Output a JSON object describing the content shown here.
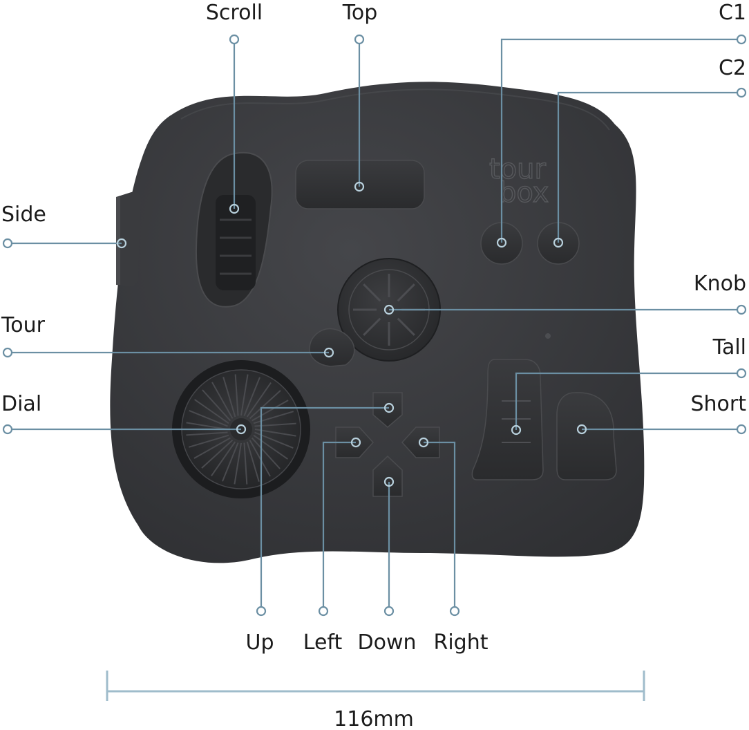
{
  "labels": {
    "scroll": "Scroll",
    "top": "Top",
    "c1": "C1",
    "c2": "C2",
    "side": "Side",
    "knob": "Knob",
    "tour": "Tour",
    "tall": "Tall",
    "dial": "Dial",
    "short": "Short",
    "up": "Up",
    "left": "Left",
    "down": "Down",
    "right": "Right"
  },
  "dimension": "116mm",
  "logo_text": "tour box",
  "colors": {
    "body": "#363739",
    "button": "#2c2d2f",
    "leader": "#6b8fa3",
    "dimension": "#9fbccb",
    "text": "#1b1b1b"
  }
}
